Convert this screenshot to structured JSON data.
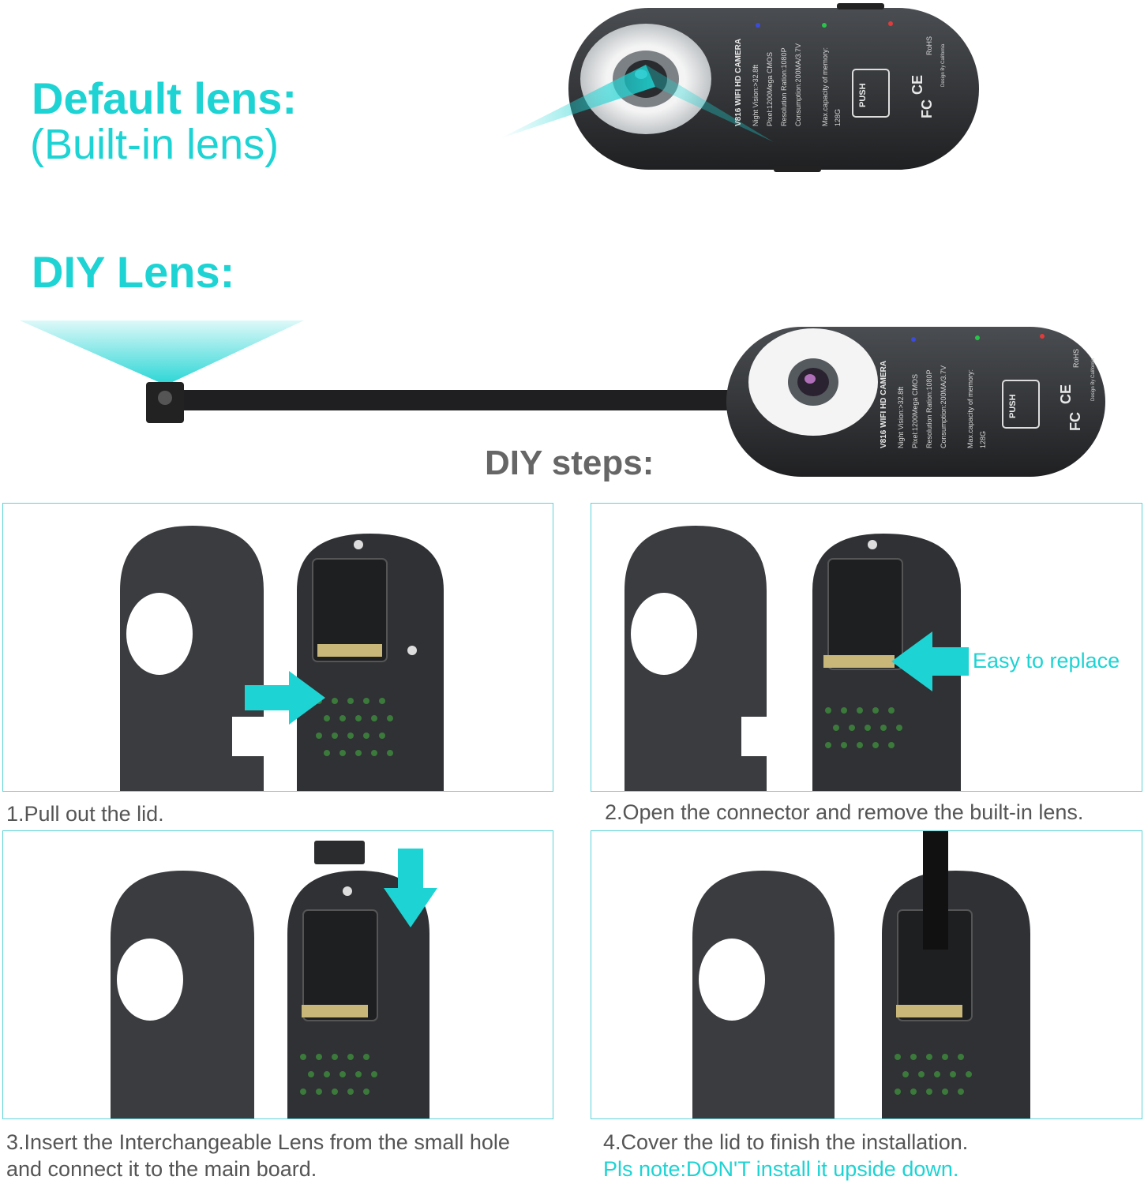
{
  "headings": {
    "default_lens": "Default lens:",
    "default_lens_sub": "(Built-in lens)",
    "diy_lens": "DIY Lens:",
    "diy_steps": "DIY steps:"
  },
  "device_label": {
    "model": "V816 WIFI HD CAMERA",
    "night_vision": "Night Vision:>32.8ft",
    "pixel": "Pixel:1200Mega CMOS",
    "resolution": "Resolution Ration:1080P",
    "consumption": "Consumption:200MA/3.7V",
    "memory": "Max.capacity of memory:",
    "memory_value": "128G",
    "push": "PUSH",
    "ce": "CE",
    "fc": "FC",
    "rohs": "RoHS",
    "design": "Design By California"
  },
  "steps": [
    {
      "caption": "1.Pull out the lid."
    },
    {
      "caption": "2.Open the connector and remove the built-in lens.",
      "callout": "Easy to replace"
    },
    {
      "caption_line1": "3.Insert the Interchangeable Lens from the small hole",
      "caption_line2": "and connect it to the main board."
    },
    {
      "caption": "4.Cover the lid to finish the installation.",
      "note": "Pls note:DON'T install it upside down."
    }
  ],
  "colors": {
    "accent": "#1ed3d3",
    "panel_border": "#5cd3d8",
    "caption_text": "#555555",
    "steps_heading": "#666666",
    "device_body": "#3a3c3f"
  }
}
